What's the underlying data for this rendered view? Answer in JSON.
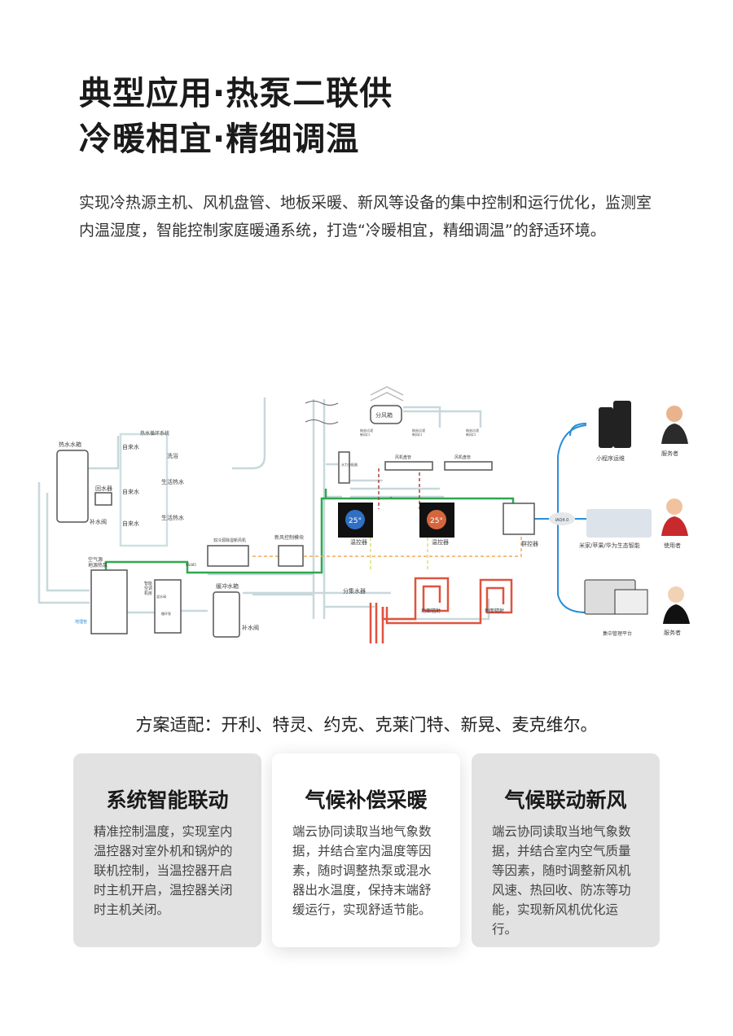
{
  "title": {
    "line1": "典型应用·热泵二联供",
    "line2": "冷暖相宜·精细调温"
  },
  "intro": "实现冷热源主机、风机盘管、地板采暖、新风等设备的集中控制和运行优化，监测室内温湿度，智能控制家庭暖通系统，打造“冷暖相宜，精细调温”的舒适环境。",
  "diagram": {
    "hot_water_tank": "热水水箱",
    "circ_system": "热水循环系统",
    "tap_water": "自来水",
    "bath": "洗浴",
    "domestic_hot_water": "生活热水",
    "return_unit": "回水器",
    "makeup_valve": "补水阀",
    "heat_pump_1": "空气源",
    "heat_pump_2": "地源热泵",
    "ground_pipe": "地埋管",
    "smart_room_1": "智能",
    "smart_room_2": "空调",
    "smart_room_3": "机房",
    "mixing_valve": "混水阀",
    "circ_pump": "循环泵",
    "buffer_tank": "缓冲水箱",
    "fresh_air_unit": "双冷源除湿新风机",
    "fresh_air_module": "新风控制模块",
    "rs485": "RS485",
    "air_box": "分风箱",
    "air_outlet_1": "纳米过滤",
    "air_outlet_2": "新风口",
    "water_distributor": "水力分配器",
    "fan_coil": "风机盘管",
    "thermostat": "温控器",
    "temp": "25°",
    "group_controller": "群控器",
    "manifold": "分集水器",
    "floor_heating": "地面辐射",
    "cloud": "IAQ4.0",
    "mini_program": "小程序运维",
    "ecosystem": "米家/苹果/华为生态智能",
    "platform": "集中管理平台",
    "servicer": "服务者",
    "user": "使用者"
  },
  "adapt": "方案适配：开利、特灵、约克、克莱门特、新晃、麦克维尔。",
  "cards": [
    {
      "title": "系统智能联动",
      "body": "精准控制温度，实现室内温控器对室外机和锅炉的联机控制，当温控器开启时主机开启，温控器关闭时主机关闭。"
    },
    {
      "title": "气候补偿采暖",
      "body": "端云协同读取当地气象数据，并结合室内温度等因素，随时调整热泵或混水器出水温度，保持末端舒缓运行，实现舒适节能。"
    },
    {
      "title": "气候联动新风",
      "body": "端云协同读取当地气象数据，并结合室内空气质量等因素，随时调整新风机风速、热回收、防冻等功能，实现新风机优化运行。"
    }
  ],
  "colors": {
    "pipe": "#c8d8dc",
    "bus": "#2fa84f",
    "signal": "#f3a95a",
    "heat": "#e0533f",
    "link": "#2a8fd6",
    "blue_face": "#2f6fc4",
    "orange_face": "#d4663e"
  }
}
